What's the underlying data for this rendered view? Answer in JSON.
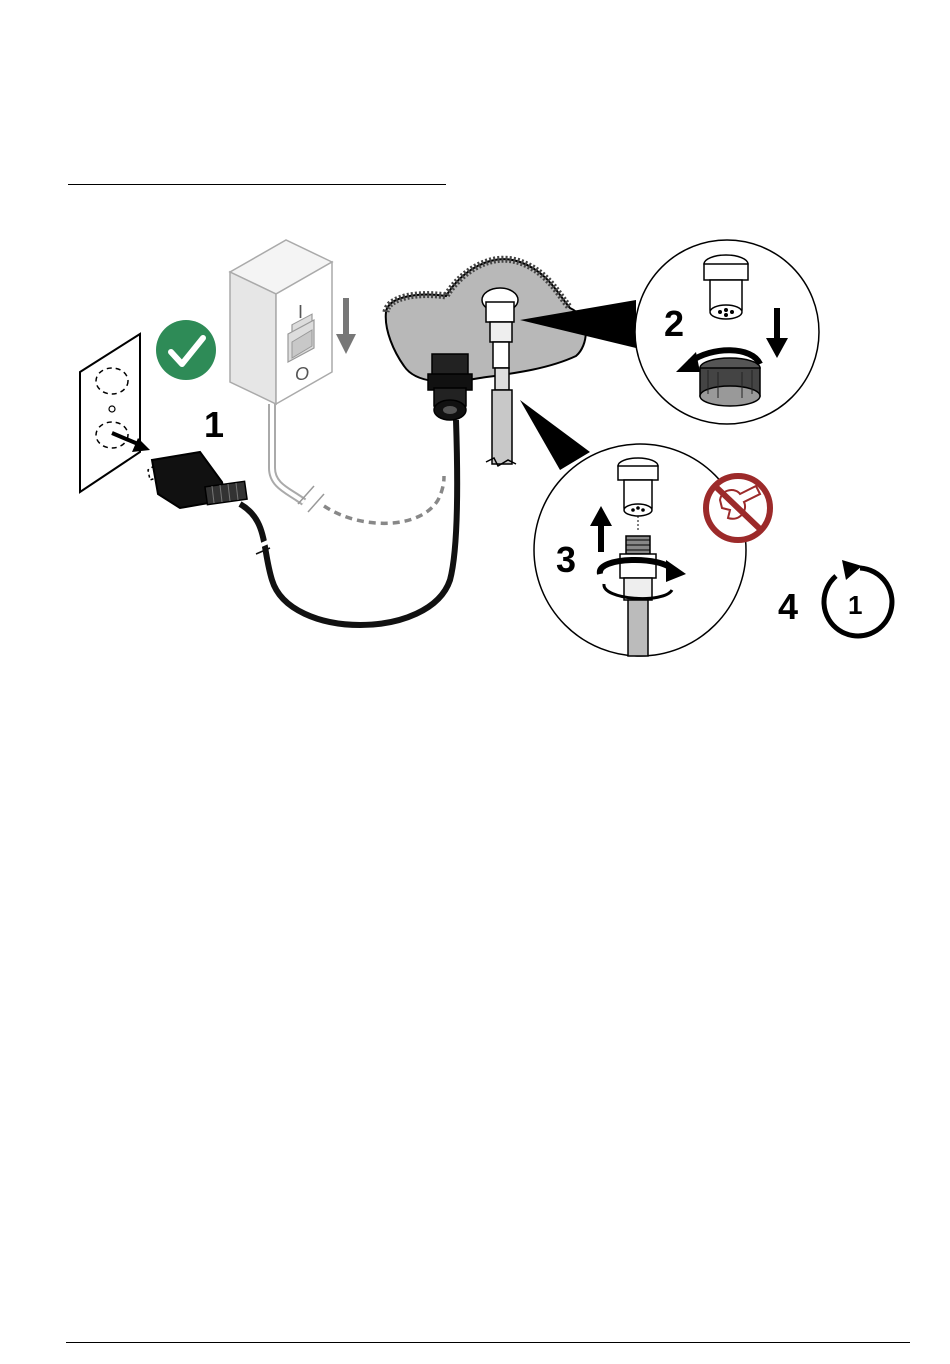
{
  "steps": [
    {
      "number": "1"
    },
    {
      "number": "2"
    },
    {
      "number": "3"
    },
    {
      "number": "4"
    }
  ],
  "reset_badge": {
    "label": "1"
  },
  "switch_marks": {
    "on": "I",
    "off": "O"
  },
  "colors": {
    "check_green": "#2e8b57",
    "prohibit_red": "#9c2a2a",
    "arrow_gray": "#777777",
    "panel_gray": "#b8b8b8"
  },
  "icons": [
    "check-icon",
    "switch-off-arrow-icon",
    "no-wrench-icon",
    "restart-icon"
  ]
}
